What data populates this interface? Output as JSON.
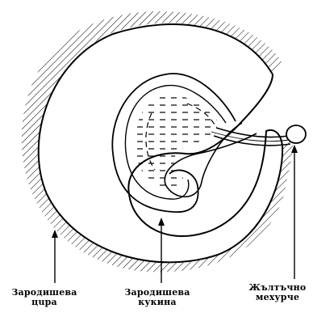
{
  "diagram": {
    "labels": {
      "embryonic_membrane": {
        "line1": "Зародишева",
        "line2": "цupa"
      },
      "embryonic_cavity": {
        "line1": "Зародишева",
        "line2": "кукина"
      },
      "yolk_sac": {
        "line1": "Жълтъчно",
        "line2": "мехурче"
      }
    },
    "colors": {
      "ink": "#000000",
      "background": "#ffffff"
    }
  }
}
